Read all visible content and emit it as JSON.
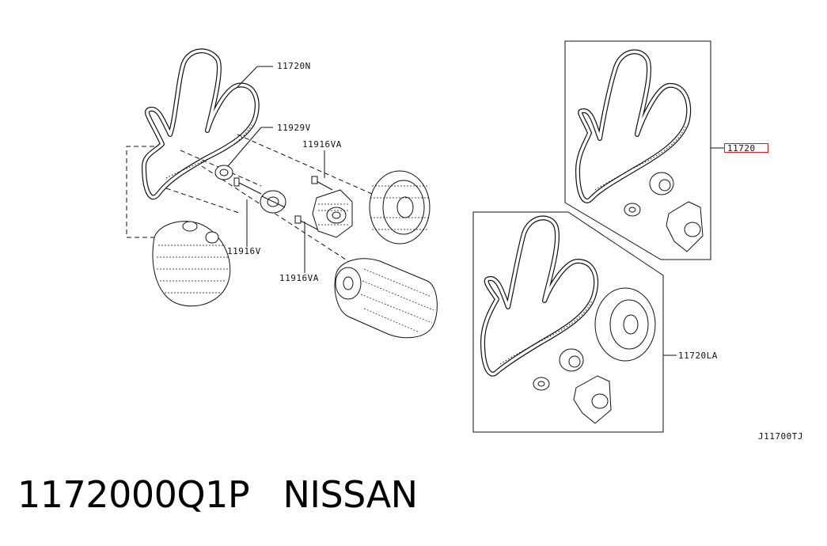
{
  "diagram": {
    "labels": {
      "belt_main": "11720N",
      "tensioner_bolt_a": "11929V",
      "bolt_va_top": "11916VA",
      "bolt_v": "11916V",
      "bolt_va_bottom": "11916VA",
      "kit_top": "11720",
      "kit_bottom": "11720LA",
      "figure_code": "J11700TJ"
    },
    "highlight_color": "#e21a1a"
  },
  "caption": {
    "part_number": "1172000Q1P",
    "brand": "NISSAN"
  }
}
